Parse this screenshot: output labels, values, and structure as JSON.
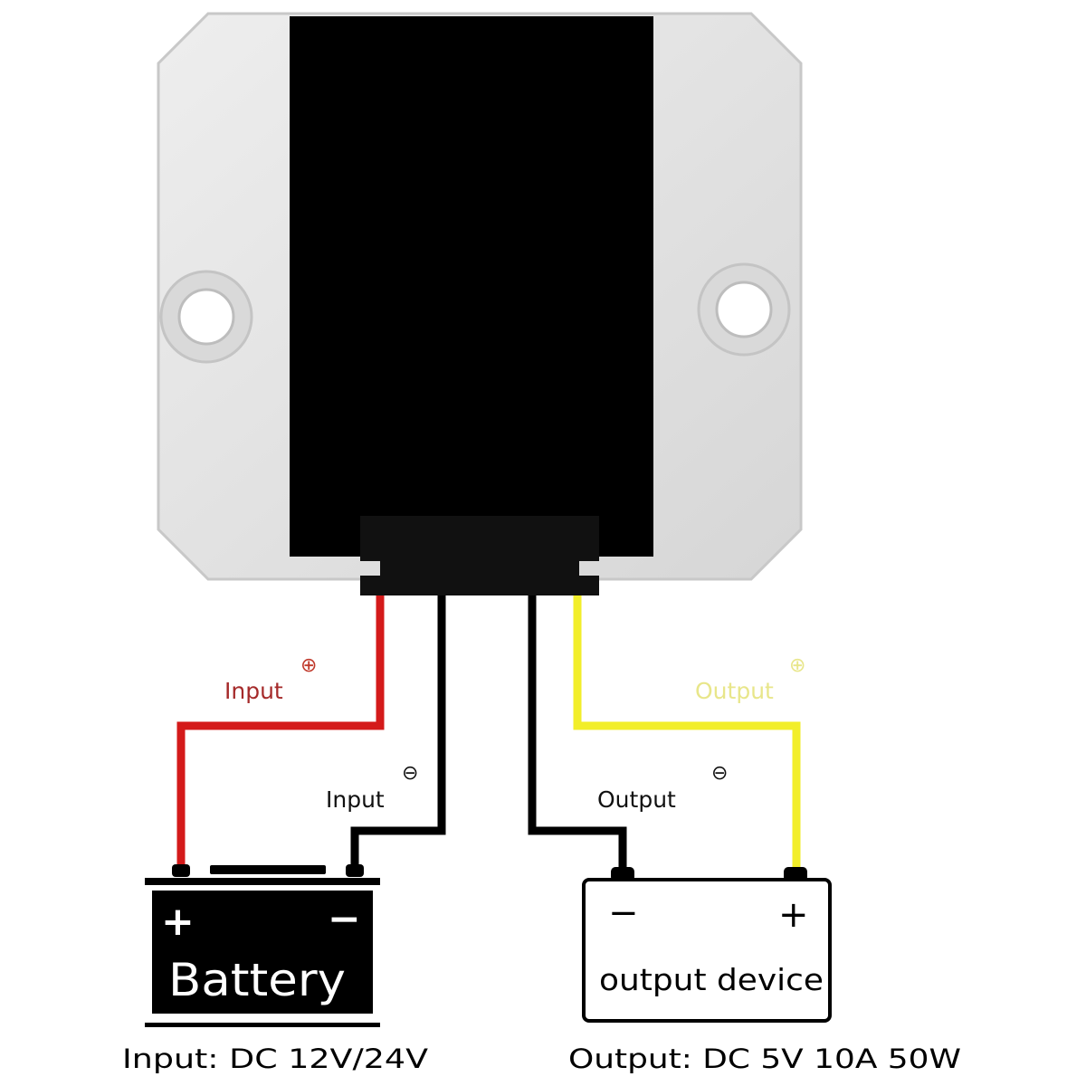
{
  "labels": {
    "input_positive": "Input",
    "input_negative": "Input",
    "output_negative": "Output",
    "output_positive": "Output",
    "positive_symbol": "⊕",
    "negative_symbol": "⊖"
  },
  "battery": {
    "label": "Battery",
    "plus": "+",
    "minus": "−"
  },
  "output_device": {
    "label": "output device",
    "plus": "+",
    "minus": "−"
  },
  "specs": {
    "input": "Input: DC 12V/24V",
    "output": "Output: DC 5V 10A 50W"
  },
  "colors": {
    "red_wire": "#d41a1a",
    "black_wire": "#000000",
    "yellow_wire": "#f2ee2a",
    "input_label": "#a52a2a",
    "output_label": "#e8e68a"
  }
}
